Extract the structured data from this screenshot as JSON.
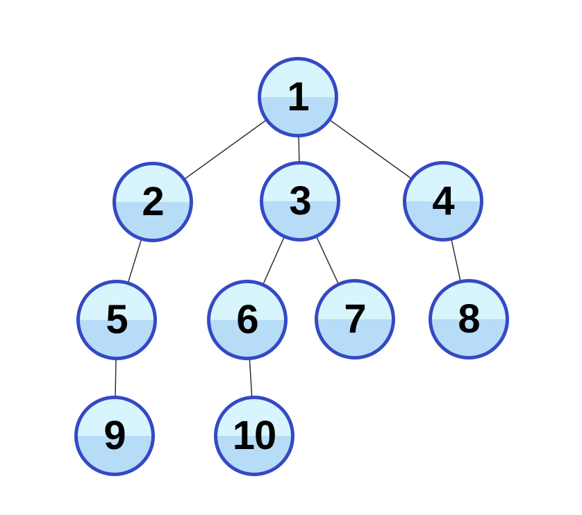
{
  "diagram": {
    "type": "tree",
    "background_color": "#ffffff",
    "node_style": {
      "border_color": "#3449c4",
      "top_fill": "#d8f4fc",
      "bottom_fill": "#b7dcf7",
      "text_color": "#000000"
    },
    "edge_color": "#2f2f2f",
    "nodes": [
      {
        "id": "1",
        "label": "1"
      },
      {
        "id": "2",
        "label": "2"
      },
      {
        "id": "3",
        "label": "3"
      },
      {
        "id": "4",
        "label": "4"
      },
      {
        "id": "5",
        "label": "5"
      },
      {
        "id": "6",
        "label": "6"
      },
      {
        "id": "7",
        "label": "7"
      },
      {
        "id": "8",
        "label": "8"
      },
      {
        "id": "9",
        "label": "9"
      },
      {
        "id": "10",
        "label": "10"
      }
    ],
    "edges": [
      {
        "from": "1",
        "to": "2"
      },
      {
        "from": "1",
        "to": "3"
      },
      {
        "from": "1",
        "to": "4"
      },
      {
        "from": "2",
        "to": "5"
      },
      {
        "from": "3",
        "to": "6"
      },
      {
        "from": "3",
        "to": "7"
      },
      {
        "from": "4",
        "to": "8"
      },
      {
        "from": "5",
        "to": "9"
      },
      {
        "from": "6",
        "to": "10"
      }
    ]
  }
}
